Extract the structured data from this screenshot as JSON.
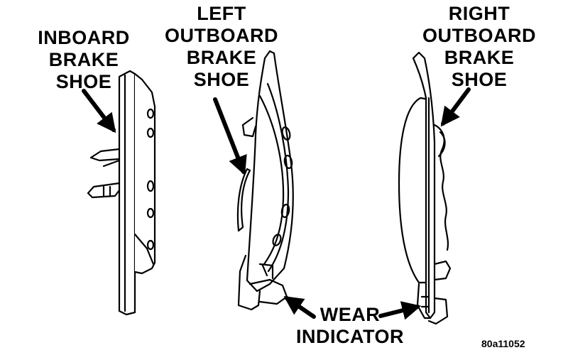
{
  "labels": {
    "inboard": [
      "INBOARD",
      "BRAKE",
      "SHOE"
    ],
    "left_outboard": [
      "LEFT",
      "OUTBOARD",
      "BRAKE",
      "SHOE"
    ],
    "right_outboard": [
      "RIGHT",
      "OUTBOARD",
      "BRAKE",
      "SHOE"
    ],
    "wear_indicator": [
      "WEAR",
      "INDICATOR"
    ]
  },
  "figure_code": "80a11052",
  "colors": {
    "ink": "#000000",
    "paper": "#ffffff"
  }
}
